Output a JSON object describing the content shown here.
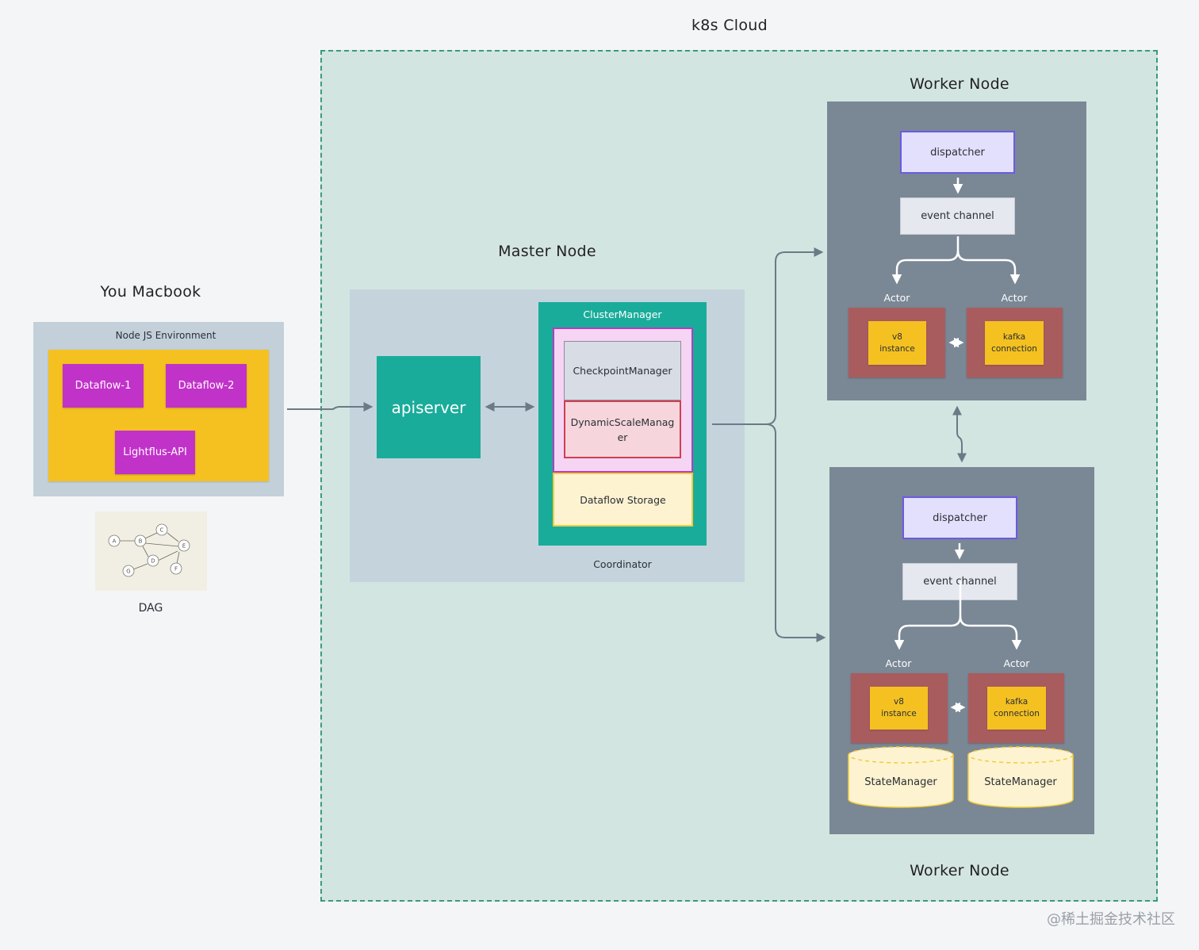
{
  "titles": {
    "k8s_cloud": "k8s Cloud",
    "macbook": "You Macbook",
    "master_node": "Master Node",
    "worker_node_top": "Worker Node",
    "worker_node_bottom": "Worker Node"
  },
  "macbook": {
    "env_label": "Node JS Environment",
    "dataflow1": "Dataflow-1",
    "dataflow2": "Dataflow-2",
    "lightflus_api": "Lightflus-API",
    "dag_label": "DAG",
    "dag_nodes": [
      "A",
      "B",
      "C",
      "D",
      "E",
      "F",
      "G"
    ]
  },
  "master": {
    "apiserver": "apiserver",
    "cluster_manager": "ClusterManager",
    "checkpoint_manager": "CheckpointManager",
    "dynamic_scale_manager": "DynamicScaleManag er",
    "dataflow_storage": "Dataflow Storage",
    "coordinator": "Coordinator"
  },
  "worker_top": {
    "dispatcher": "dispatcher",
    "event_channel": "event channel",
    "actor_left_label": "Actor",
    "actor_right_label": "Actor",
    "v8_line1": "v8",
    "v8_line2": "instance",
    "kafka_line1": "kafka",
    "kafka_line2": "connection"
  },
  "worker_bottom": {
    "dispatcher": "dispatcher",
    "event_channel": "event channel",
    "actor_left_label": "Actor",
    "actor_right_label": "Actor",
    "v8_line1": "v8",
    "v8_line2": "instance",
    "kafka_line1": "kafka",
    "kafka_line2": "connection",
    "state_manager_left": "StateManager",
    "state_manager_right": "StateManager"
  },
  "watermark": "@稀土掘金技术社区",
  "colors": {
    "k8s_bg": "#d3e5e1",
    "k8s_border": "#3c9a7a",
    "teal": "#19ac9a",
    "purple": "#c132c9",
    "yellow": "#f4c121",
    "worker_bg": "#7a8795",
    "actor_red": "#a95c5e"
  }
}
